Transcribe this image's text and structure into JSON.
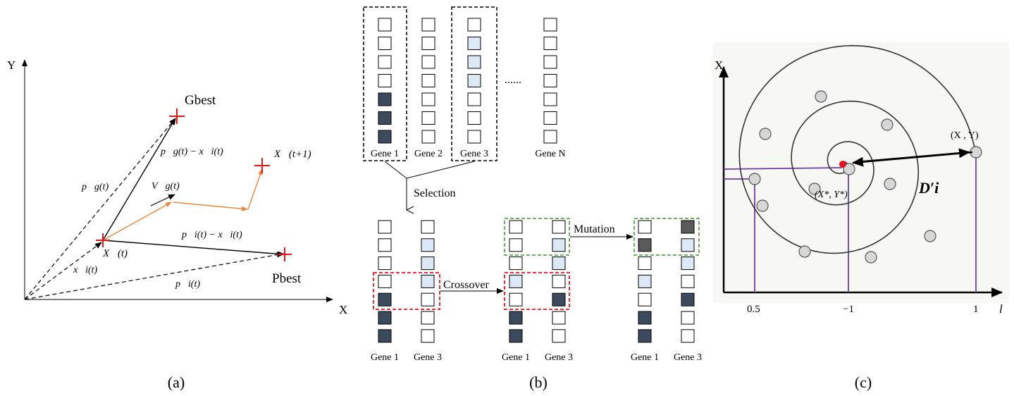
{
  "panel_a": {
    "caption": "(a)",
    "y_axis": "Y",
    "x_axis": "X",
    "gbest": "Gbest",
    "pbest": "Pbest",
    "lbl_pg": "p⃗g(t)",
    "lbl_pg_minus_x": "p⃗g(t) − x⃗i(t)",
    "lbl_x_next": "X⃗(t+1)",
    "lbl_vg": "V⃗g(t)",
    "lbl_x": "X⃗(t)",
    "lbl_xi": "x⃗i(t)",
    "lbl_pi_minus_x": "p⃗i(t) − x⃗i(t)",
    "lbl_pi": "p⃗i(t)"
  },
  "panel_b": {
    "caption": "(b)",
    "ellipsis": "......",
    "top_genes": [
      {
        "label": "Gene 1",
        "cells": [
          "w",
          "w",
          "w",
          "w",
          "d",
          "d",
          "d"
        ]
      },
      {
        "label": "Gene 2",
        "cells": [
          "w",
          "w",
          "w",
          "w",
          "w",
          "w",
          "w"
        ]
      },
      {
        "label": "Gene 3",
        "cells": [
          "w",
          "l",
          "l",
          "l",
          "w",
          "w",
          "w"
        ]
      },
      {
        "label": "Gene N",
        "cells": [
          "w",
          "w",
          "w",
          "w",
          "w",
          "w",
          "w"
        ]
      }
    ],
    "selection_label": "Selection",
    "crossover_label": "Crossover",
    "mutation_label": "Mutation",
    "stages": [
      {
        "name": "selected",
        "genes": [
          {
            "label": "Gene 1",
            "cells": [
              "w",
              "w",
              "w",
              "w",
              "d",
              "d",
              "d"
            ]
          },
          {
            "label": "Gene 3",
            "cells": [
              "w",
              "l",
              "l",
              "l",
              "w",
              "w",
              "w"
            ]
          }
        ]
      },
      {
        "name": "crossed",
        "genes": [
          {
            "label": "Gene 1",
            "cells": [
              "w",
              "w",
              "w",
              "l",
              "w",
              "d",
              "d"
            ]
          },
          {
            "label": "Gene 3",
            "cells": [
              "w",
              "l",
              "l",
              "w",
              "d",
              "w",
              "w"
            ]
          }
        ]
      },
      {
        "name": "mutated",
        "genes": [
          {
            "label": "Gene 1",
            "cells": [
              "w",
              "g",
              "w",
              "l",
              "w",
              "d",
              "d"
            ]
          },
          {
            "label": "Gene 3",
            "cells": [
              "g",
              "l",
              "l",
              "w",
              "d",
              "w",
              "w"
            ]
          }
        ]
      }
    ],
    "colors": {
      "w": "#ffffff",
      "l": "#dce8f5",
      "d": "#3c4a5e",
      "g": "#5a5a5a"
    }
  },
  "panel_c": {
    "caption": "(c)",
    "y_axis": "X",
    "x_axis": "l",
    "tick_05": "0.5",
    "tick_m1": "−1",
    "tick_1": "1",
    "point_xy": "(X , Y)",
    "center": "(X*, Y*)",
    "distance": "D′i"
  }
}
